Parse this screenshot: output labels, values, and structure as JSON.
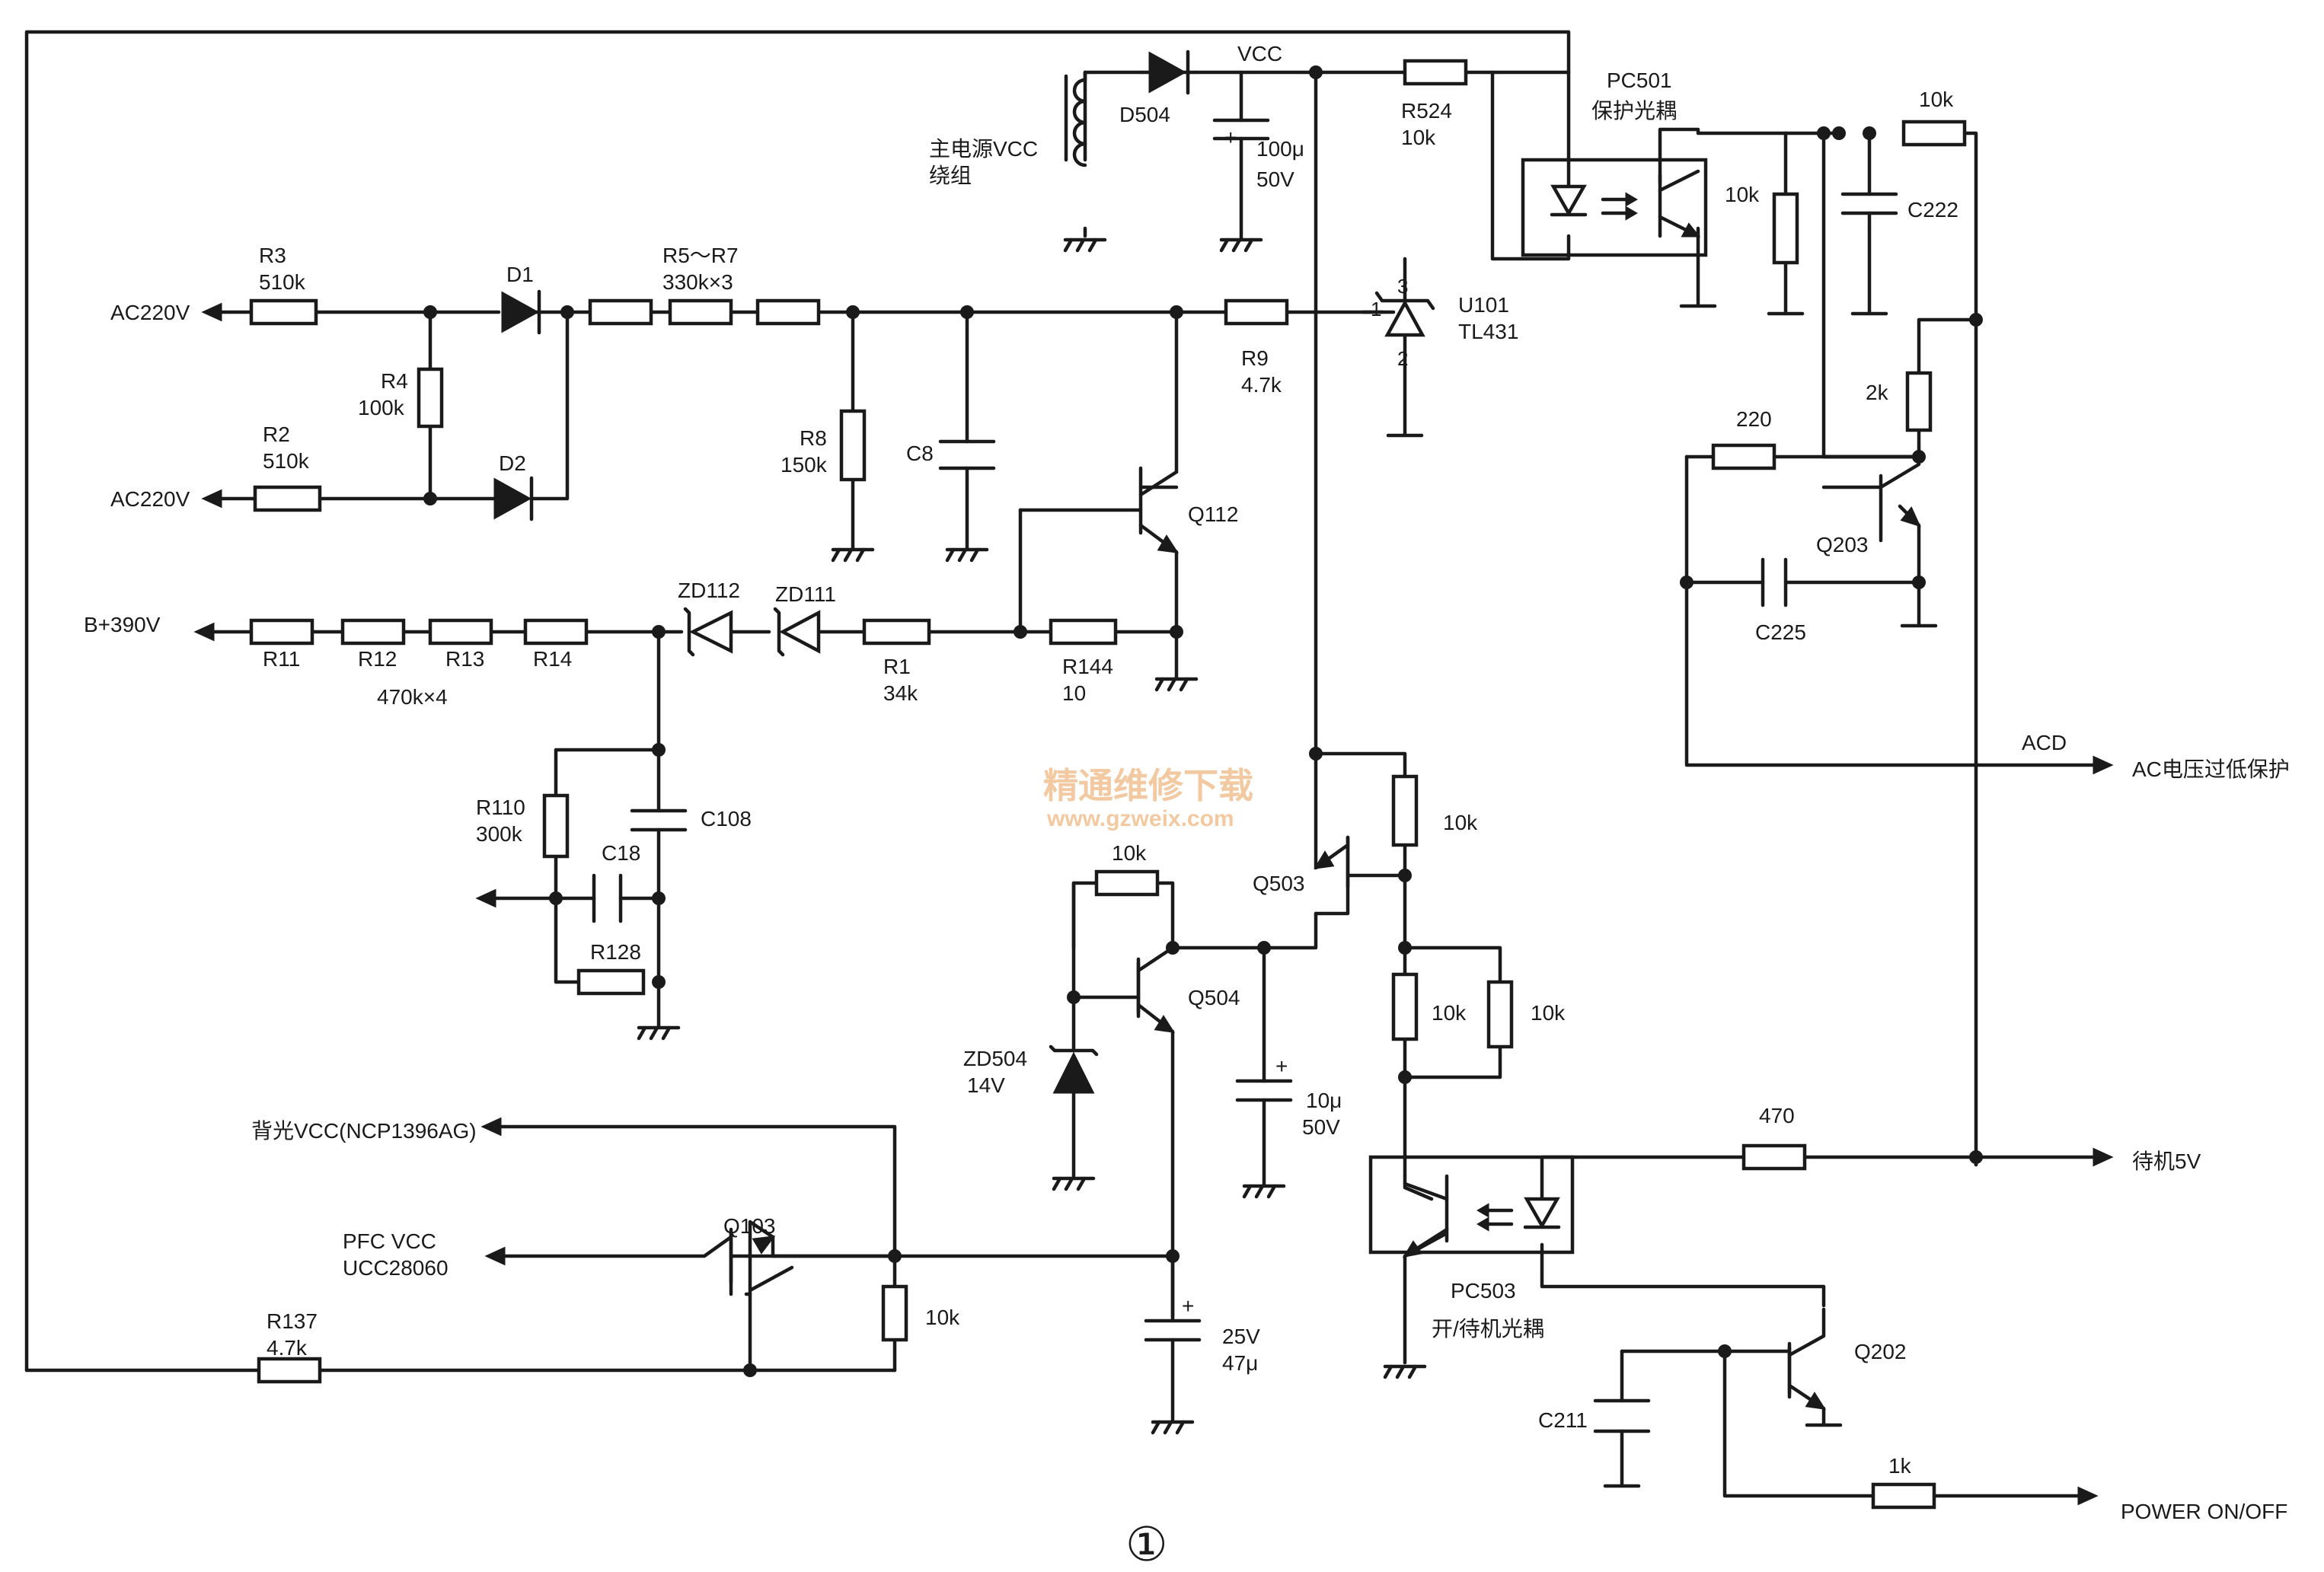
{
  "labels": {
    "vcc": "VCC",
    "main_vcc_winding_1": "主电源VCC",
    "main_vcc_winding_2": "绕组",
    "d504": "D504",
    "c_100u_1": "100μ",
    "c_100u_2": "50V",
    "r524_1": "R524",
    "r524_2": "10k",
    "pc501_1": "PC501",
    "pc501_2": "保护光耦",
    "r_10k_top": "10k",
    "r_10k_pc501": "10k",
    "c222": "C222",
    "ac220v_1": "AC220V",
    "ac220v_2": "AC220V",
    "r3_1": "R3",
    "r3_2": "510k",
    "r4_1": "R4",
    "r4_2": "100k",
    "r2_1": "R2",
    "r2_2": "510k",
    "d1": "D1",
    "d2": "D2",
    "r5r7_1": "R5～R7",
    "r5r7_2": "330k×3",
    "r8_1": "R8",
    "r8_2": "150k",
    "c8": "C8",
    "r9_1": "R9",
    "r9_2": "4.7k",
    "u101_1": "U101",
    "u101_2": "TL431",
    "pin1": "1",
    "pin2": "2",
    "pin3": "3",
    "q112": "Q112",
    "r_2k": "2k",
    "r_220": "220",
    "q203": "Q203",
    "c225": "C225",
    "b390v": "B+390V",
    "r11": "R11",
    "r12": "R12",
    "r13": "R13",
    "r14": "R14",
    "r470k4": "470k×4",
    "zd112": "ZD112",
    "zd111": "ZD111",
    "r1_1": "R1",
    "r1_2": "34k",
    "r144_1": "R144",
    "r144_2": "10",
    "acd": "ACD",
    "ac_protect": "AC电压过低保护",
    "wm_cn": "精通维修下载",
    "wm_url": "www.gzweix.com",
    "r110_1": "R110",
    "r110_2": "300k",
    "c108": "C108",
    "c18": "C18",
    "r128": "R128",
    "r_10k_q503": "10k",
    "q503": "Q503",
    "r_10k_q504": "10k",
    "q504": "Q504",
    "zd504_1": "ZD504",
    "zd504_2": "14V",
    "c_10u_1": "10μ",
    "c_10u_2": "50V",
    "r_10k_a": "10k",
    "r_10k_b": "10k",
    "r_470": "470",
    "standby_5v": "待机5V",
    "backlight_vcc": "背光VCC(NCP1396AG)",
    "pfc_vcc_1": "PFC VCC",
    "pfc_vcc_2": "UCC28060",
    "q103": "Q103",
    "r_10k_q103": "10k",
    "r137_1": "R137",
    "r137_2": "4.7k",
    "c_25v_1": "25V",
    "c_25v_2": "47μ",
    "pc503_1": "PC503",
    "pc503_2": "开/待机光耦",
    "q202": "Q202",
    "c211": "C211",
    "r_1k": "1k",
    "power_onoff": "POWER ON/OFF",
    "figure_no": "①"
  }
}
